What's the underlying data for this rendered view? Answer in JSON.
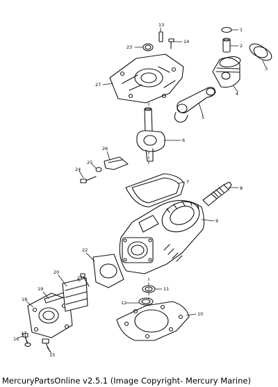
{
  "footer": {
    "caption": "MercuryPartsOnline v2.5.1 (Image Copyright- Mercury Marine)"
  },
  "callouts": [
    "1",
    "2",
    "3",
    "4",
    "5",
    "6",
    "7",
    "8",
    "9",
    "10",
    "11",
    "12",
    "13",
    "14",
    "15",
    "16",
    "17",
    "18",
    "19",
    "20",
    "21",
    "22",
    "23",
    "24",
    "25",
    "26",
    "27"
  ]
}
